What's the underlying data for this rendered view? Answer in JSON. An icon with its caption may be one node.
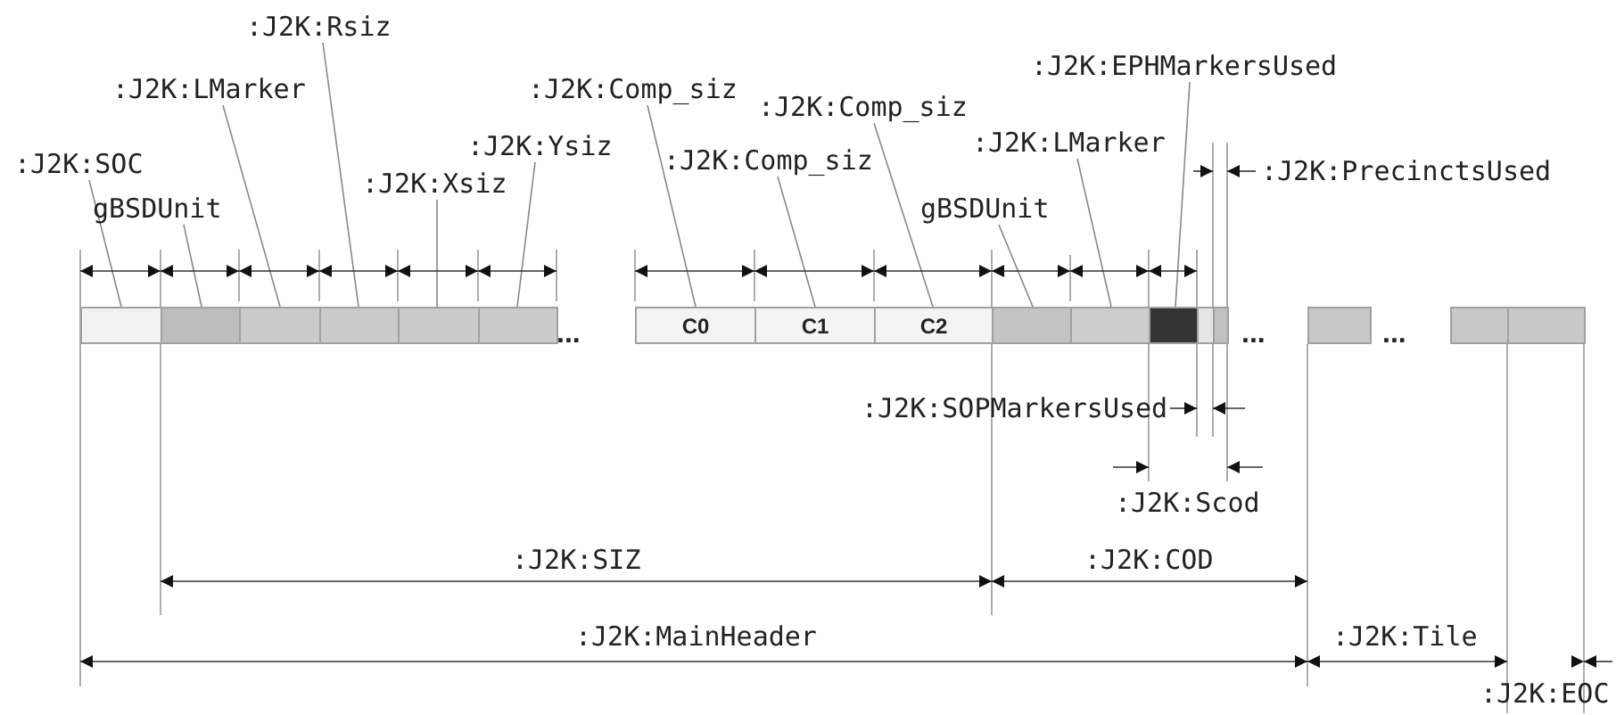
{
  "diagram": {
    "nodes": [
      {
        "text": [
          ":J2K:SOC"
        ]
      },
      {
        "text": [
          "gBSDUnit"
        ]
      },
      {
        "text": [
          ":J2K:LMarker"
        ]
      },
      {
        "text": [
          ":J2K:Rsiz"
        ]
      },
      {
        "text": [
          ":J2K:Xsiz"
        ]
      },
      {
        "text": [
          ":J2K:Ysiz"
        ]
      },
      {
        "text": [
          ":J2K:Comp_siz"
        ]
      },
      {
        "text": [
          ":J2K:Comp_siz"
        ]
      },
      {
        "text": [
          ":J2K:Comp_siz"
        ]
      },
      {
        "text": [
          "gBSDUnit"
        ]
      },
      {
        "text": [
          ":J2K:LMarker"
        ]
      },
      {
        "text": [
          ":J2K:EPHMarkersUsed"
        ]
      },
      {
        "text": [],
        "shape": "box"
      },
      {
        "text": [],
        "shape": "box"
      },
      {
        "text": [],
        "shape": "box"
      },
      {
        "text": [],
        "shape": "box"
      },
      {
        "text": [],
        "shape": "box"
      },
      {
        "text": [],
        "shape": "box"
      },
      {
        "text": [
          "C0"
        ]
      },
      {
        "text": [
          "C1"
        ]
      },
      {
        "text": [
          "C2"
        ]
      },
      {
        "text": [],
        "shape": "box"
      },
      {
        "text": [],
        "shape": "box"
      },
      {
        "text": [],
        "shape": "box"
      },
      {
        "text": [],
        "shape": "box"
      },
      {
        "text": [],
        "shape": "box"
      },
      {
        "text": [],
        "shape": "box"
      },
      {
        "text": [],
        "shape": "box"
      },
      {
        "text": [],
        "shape": "box"
      }
    ],
    "edges": [
      {
        "from": 0,
        "to": 12,
        "arrow": "none"
      },
      {
        "from": 1,
        "to": 13,
        "arrow": "none"
      },
      {
        "from": 2,
        "to": 14,
        "arrow": "none"
      },
      {
        "from": 3,
        "to": 15,
        "arrow": "none"
      },
      {
        "from": 4,
        "to": 16,
        "arrow": "none"
      },
      {
        "from": 5,
        "to": 17,
        "arrow": "none"
      },
      {
        "from": 6,
        "to": 18,
        "arrow": "none"
      },
      {
        "from": 7,
        "to": 19,
        "arrow": "none"
      },
      {
        "from": 8,
        "to": 20,
        "arrow": "none"
      },
      {
        "from": 9,
        "to": 21,
        "arrow": "none"
      },
      {
        "from": 10,
        "to": 22,
        "arrow": "none"
      },
      {
        "from": 11,
        "to": 23,
        "arrow": "none"
      }
    ],
    "labels": [
      ":J2K:PrecinctsUsed",
      "...",
      "...",
      "...",
      ":J2K:SOPMarkersUsed",
      ":J2K:Scod",
      ":J2K:SIZ",
      ":J2K:COD",
      ":J2K:MainHeader",
      ":J2K:Tile",
      ":J2K:EOC"
    ]
  }
}
